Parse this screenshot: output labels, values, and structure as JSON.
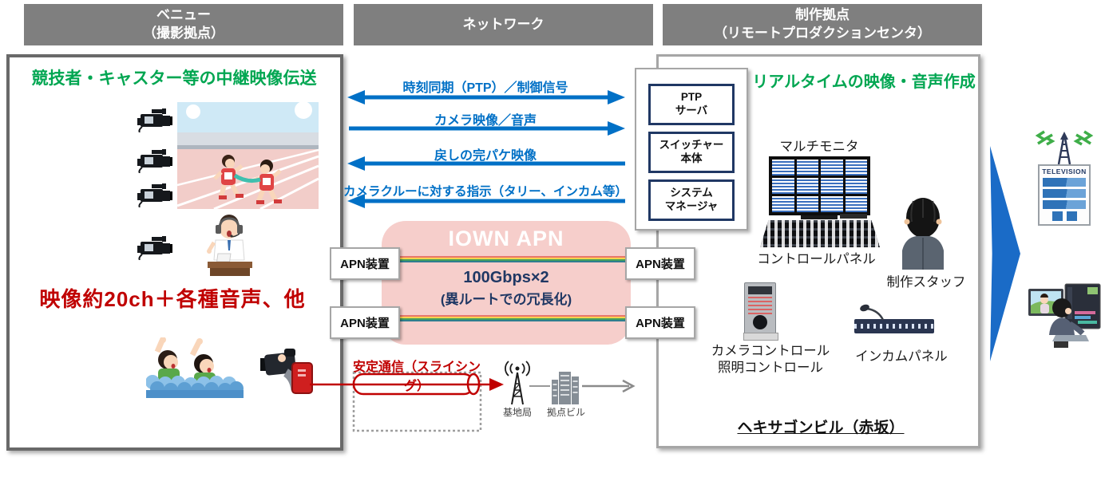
{
  "headers": {
    "venue": {
      "line1": "ベニュー",
      "line2": "（撮影拠点）"
    },
    "network": {
      "line1": "ネットワーク",
      "line2": ""
    },
    "production": {
      "line1": "制作拠点",
      "line2": "（リモートプロダクションセンタ）"
    }
  },
  "venue": {
    "title": "競技者・キャスター等の中継映像伝送",
    "note": "映像約20ch＋各種音声、他"
  },
  "network": {
    "flows": [
      {
        "label": "時刻同期（PTP）／制御信号",
        "direction": "both"
      },
      {
        "label": "カメラ映像／音声",
        "direction": "right"
      },
      {
        "label": "戻しの完パケ映像",
        "direction": "left"
      },
      {
        "label": "カメラクルーに対する指示（タリー、インカム等）",
        "direction": "left"
      }
    ],
    "iown": {
      "title": "IOWN APN",
      "capacity": "100Gbps×2",
      "redundancy": "(異ルートでの冗長化)"
    },
    "apn_device_label": "APN装置",
    "slicing_label": "安定通信（スライシング）",
    "base_station_label": "基地局",
    "site_building_label": "拠点ビル"
  },
  "production": {
    "title": "リアルタイムの映像・音声作成",
    "equipment_boxes": [
      {
        "label": "PTP\nサーバ"
      },
      {
        "label": "スイッチャー\n本体"
      },
      {
        "label": "システム\nマネージャ"
      }
    ],
    "multi_monitor_label": "マルチモニタ",
    "control_panel_label": "コントロールパネル",
    "staff_label": "制作スタッフ",
    "camera_control_label": "カメラコントロール\n照明コントロール",
    "intercom_label": "インカムパネル",
    "location_label": "ヘキサゴンビル（赤坂）"
  },
  "broadcast": {
    "tv_sign": "TELEVISION"
  },
  "colors": {
    "header_bg": "#7f7f7f",
    "accent_green": "#00a651",
    "accent_blue": "#0070c6",
    "accent_red": "#c00000",
    "iown_pink": "#f6cecb",
    "navy": "#203864",
    "big_arrow_blue": "#1a6bc7"
  }
}
